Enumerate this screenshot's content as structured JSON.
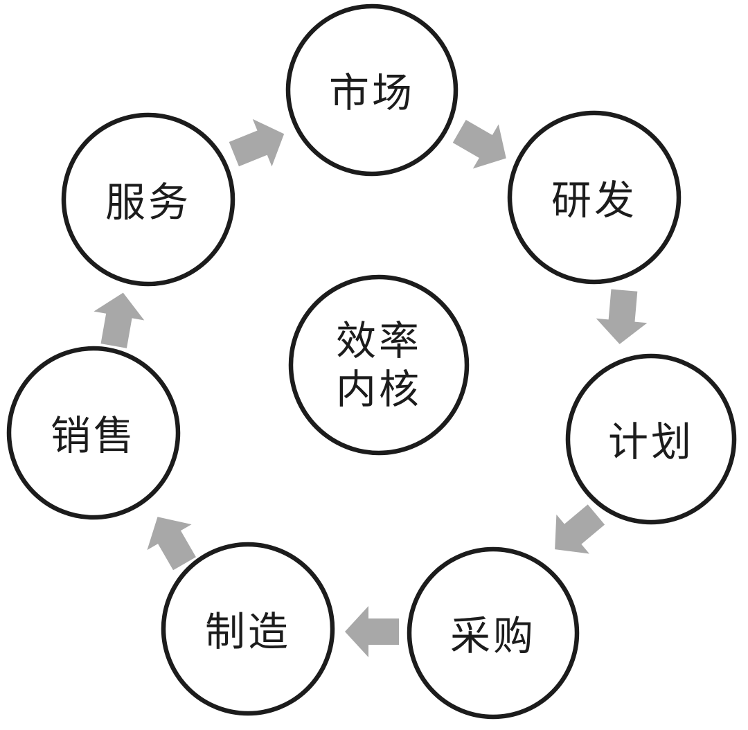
{
  "diagram": {
    "title": "efficiency-core-cycle",
    "center_node": {
      "id": "core",
      "lines": [
        "效率",
        "内核"
      ]
    },
    "nodes": [
      {
        "id": "market",
        "label": "市场"
      },
      {
        "id": "rnd",
        "label": "研发"
      },
      {
        "id": "planning",
        "label": "计划"
      },
      {
        "id": "procurement",
        "label": "采购"
      },
      {
        "id": "manufacturing",
        "label": "制造"
      },
      {
        "id": "sales",
        "label": "销售"
      },
      {
        "id": "service",
        "label": "服务"
      }
    ],
    "flow": [
      {
        "from": "service",
        "to": "market"
      },
      {
        "from": "market",
        "to": "rnd"
      },
      {
        "from": "rnd",
        "to": "planning"
      },
      {
        "from": "planning",
        "to": "procurement"
      },
      {
        "from": "procurement",
        "to": "manufacturing"
      },
      {
        "from": "manufacturing",
        "to": "sales"
      },
      {
        "from": "sales",
        "to": "service"
      }
    ],
    "colors": {
      "background": "#ffffff",
      "circle_stroke": "#1c1c1c",
      "text": "#1c1c1c",
      "arrow": "#a8a8a8"
    }
  }
}
